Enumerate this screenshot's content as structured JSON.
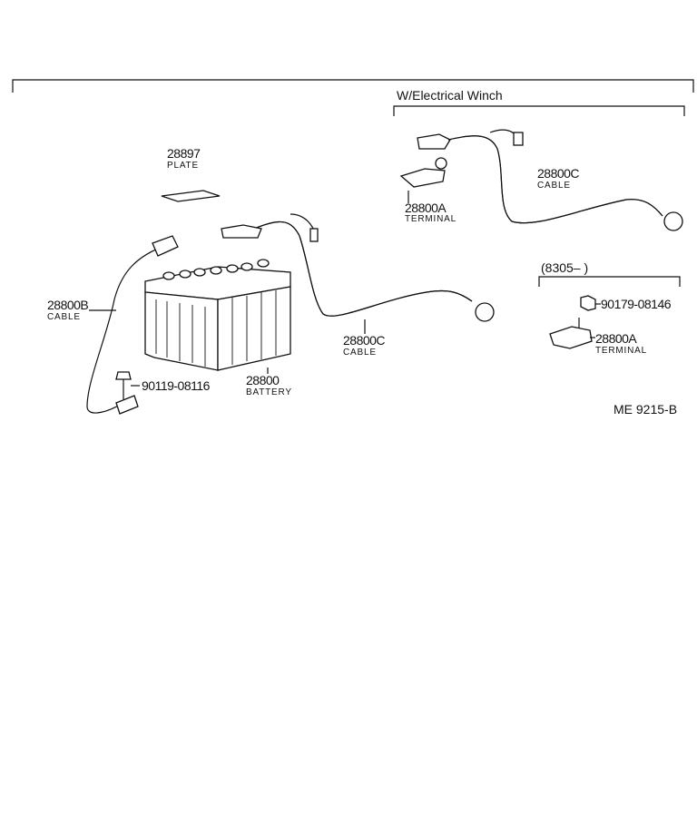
{
  "header": {
    "winch_title": "W/Electrical  Winch",
    "date_range": "(8305–        )",
    "figure_code": "ME  9215-B"
  },
  "parts": {
    "plate": {
      "number": "28897",
      "name": "PLATE"
    },
    "cable_b": {
      "number": "28800B",
      "name": "CABLE"
    },
    "bolt": {
      "number": "90119-08116"
    },
    "battery": {
      "number": "28800",
      "name": "BATTERY"
    },
    "cable_c_main": {
      "number": "28800C",
      "name": "CABLE"
    },
    "terminal_winch": {
      "number": "28800A",
      "name": "TERMINAL"
    },
    "cable_c_winch": {
      "number": "28800C",
      "name": "CABLE"
    },
    "nut": {
      "number": "90179-08146"
    },
    "terminal_8305": {
      "number": "28800A",
      "name": "TERMINAL"
    }
  }
}
